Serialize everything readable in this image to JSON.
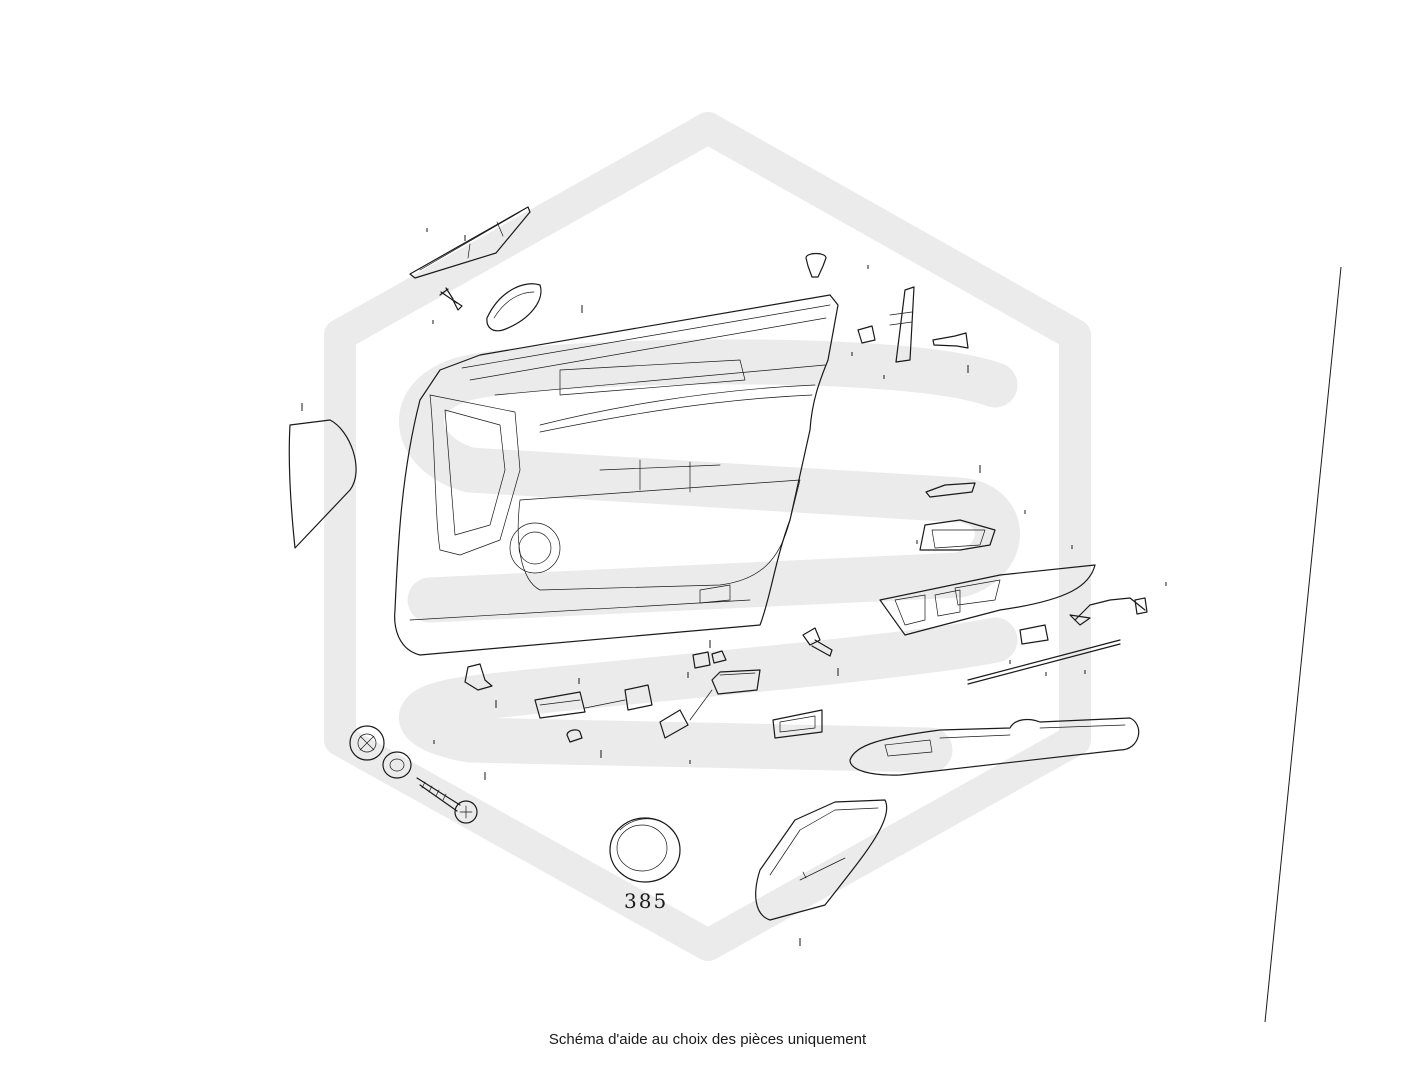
{
  "diagram": {
    "callouts": [
      {
        "label": "385"
      }
    ],
    "caption": "Schéma d'aide au choix des pièces uniquement",
    "watermark": "brand-logo-watermark",
    "colors": {
      "line": "#1a1a1a",
      "watermark": "#ebebeb",
      "background": "#ffffff"
    }
  }
}
